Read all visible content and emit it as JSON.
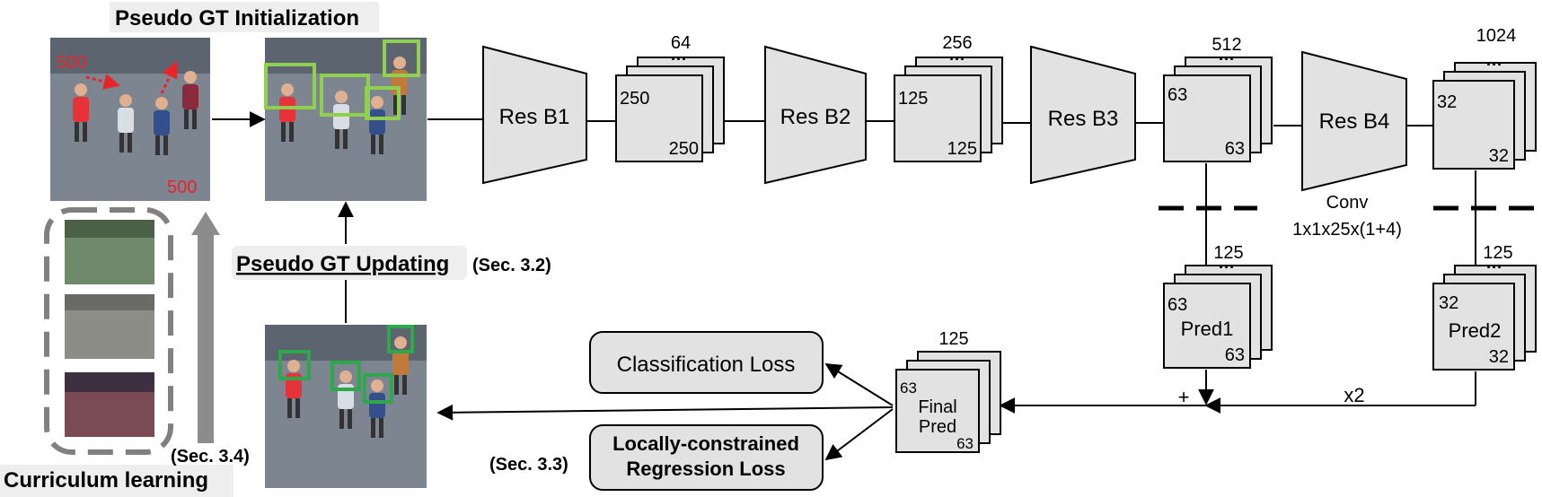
{
  "labels": {
    "init_title": "Pseudo GT Initialization",
    "update_title": "Pseudo GT Updating",
    "update_sec": "(Sec. 3.2)",
    "curriculum": "Curriculum learning",
    "curriculum_sec": "(Sec. 3.4)",
    "reg_sec": "(Sec. 3.3)",
    "size_a": "500",
    "size_b": "500",
    "plus": "+",
    "x2": "x2",
    "conv_line1": "Conv",
    "conv_line2": "1x1x25x(1+4)"
  },
  "blocks": {
    "b1": "Res B1",
    "b2": "Res B2",
    "b3": "Res B3",
    "b4": "Res B4"
  },
  "maps": {
    "m1": {
      "channels": "64",
      "h": "250",
      "w": "250"
    },
    "m2": {
      "channels": "256",
      "h": "125",
      "w": "125"
    },
    "m3": {
      "channels": "512",
      "h": "63",
      "w": "63"
    },
    "m4": {
      "channels": "1024",
      "h": "32",
      "w": "32"
    },
    "p1": {
      "channels": "125",
      "h": "63",
      "name": "Pred1",
      "w": "63"
    },
    "p2": {
      "channels": "125",
      "h": "32",
      "name": "Pred2",
      "w": "32"
    },
    "fp": {
      "channels": "125",
      "h": "63",
      "name1": "Final",
      "name2": "Pred",
      "w": "63"
    }
  },
  "losses": {
    "cls": "Classification Loss",
    "reg1": "Locally-constrained",
    "reg2": "Regression Loss"
  },
  "colors": {
    "block_fill": "#e2e2e2",
    "box_green": "#8fd14f",
    "box_darkgreen": "#2ea84a",
    "annot_red": "#e8232a",
    "curriculum_arrow": "#8c8c8c"
  }
}
